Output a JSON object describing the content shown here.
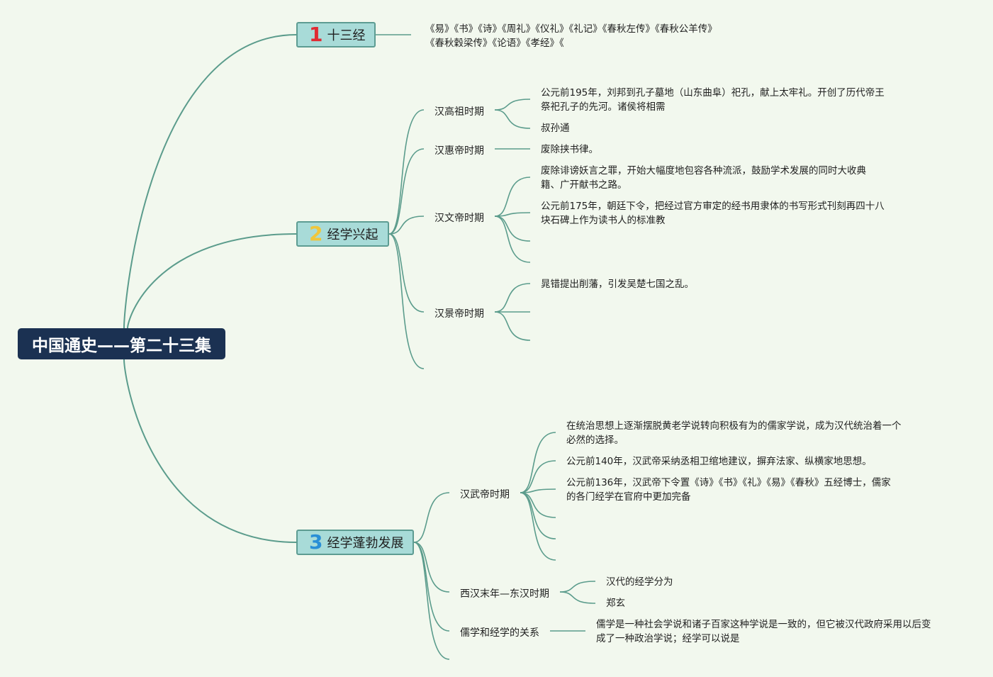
{
  "root": {
    "title": "中国通史——第二十三集"
  },
  "topics": [
    {
      "number": "1",
      "number_color": "#e02a33",
      "title": "十三经"
    },
    {
      "number": "2",
      "number_color": "#f0c63a",
      "title": "经学兴起"
    },
    {
      "number": "3",
      "number_color": "#2a8fd6",
      "title": "经学蓬勃发展"
    }
  ],
  "t1": {
    "leaf_lines": [
      "《易》《书》《诗》《周礼》《仪礼》《礼记》《春秋左传》《春秋公羊传》",
      "《春秋穀梁传》《论语》《孝经》《"
    ]
  },
  "t2": {
    "subs": [
      {
        "label": "汉高祖时期",
        "leaves": [
          {
            "lines": [
              "公元前195年，刘邦到孔子墓地（山东曲阜）祀孔，献上太牢礼。开创了历代帝王",
              "祭祀孔子的先河。诸侯将相需"
            ]
          },
          {
            "lines": [
              "叔孙通"
            ]
          }
        ]
      },
      {
        "label": "汉惠帝时期",
        "leaves": [
          {
            "lines": [
              "废除挟书律。"
            ]
          }
        ]
      },
      {
        "label": "汉文帝时期",
        "leaves": [
          {
            "lines": [
              "废除诽谤妖言之罪，开始大幅度地包容各种流派，鼓励学术发展的同时大收典",
              "籍、广开献书之路。"
            ]
          },
          {
            "lines": [
              "公元前175年，朝廷下令，把经过官方审定的经书用隶体的书写形式刊刻再四十八",
              "块石碑上作为读书人的标准教"
            ]
          }
        ]
      },
      {
        "label": "汉景帝时期",
        "leaves": [
          {
            "lines": [
              "晁错提出削藩，引发吴楚七国之乱。"
            ]
          }
        ]
      }
    ]
  },
  "t3": {
    "subs": [
      {
        "label": "汉武帝时期",
        "leaves": [
          {
            "lines": [
              "在统治思想上逐渐摆脱黄老学说转向积极有为的儒家学说，成为汉代统治着一个",
              "必然的选择。"
            ]
          },
          {
            "lines": [
              "公元前140年，汉武帝采纳丞相卫绾地建议，摒弃法家、纵横家地思想。"
            ]
          },
          {
            "lines": [
              "公元前136年，汉武帝下令置《诗》《书》《礼》《易》《春秋》五经博士，儒家",
              "的各门经学在官府中更加完备"
            ]
          }
        ]
      },
      {
        "label": "西汉末年—东汉时期",
        "leaves": [
          {
            "lines": [
              "汉代的经学分为"
            ]
          },
          {
            "lines": [
              "郑玄"
            ]
          }
        ]
      },
      {
        "label": "儒学和经学的关系",
        "leaves": [
          {
            "lines": [
              "儒学是一种社会学说和诸子百家这种学说是一致的，但它被汉代政府采用以后变",
              "成了一种政治学说；经学可以说是"
            ]
          }
        ]
      }
    ]
  },
  "colors": {
    "line": "#5b9c8c",
    "root_bg": "#1b3152",
    "topic_bg": "#a8dbd8",
    "background": "#f2f8ee"
  }
}
